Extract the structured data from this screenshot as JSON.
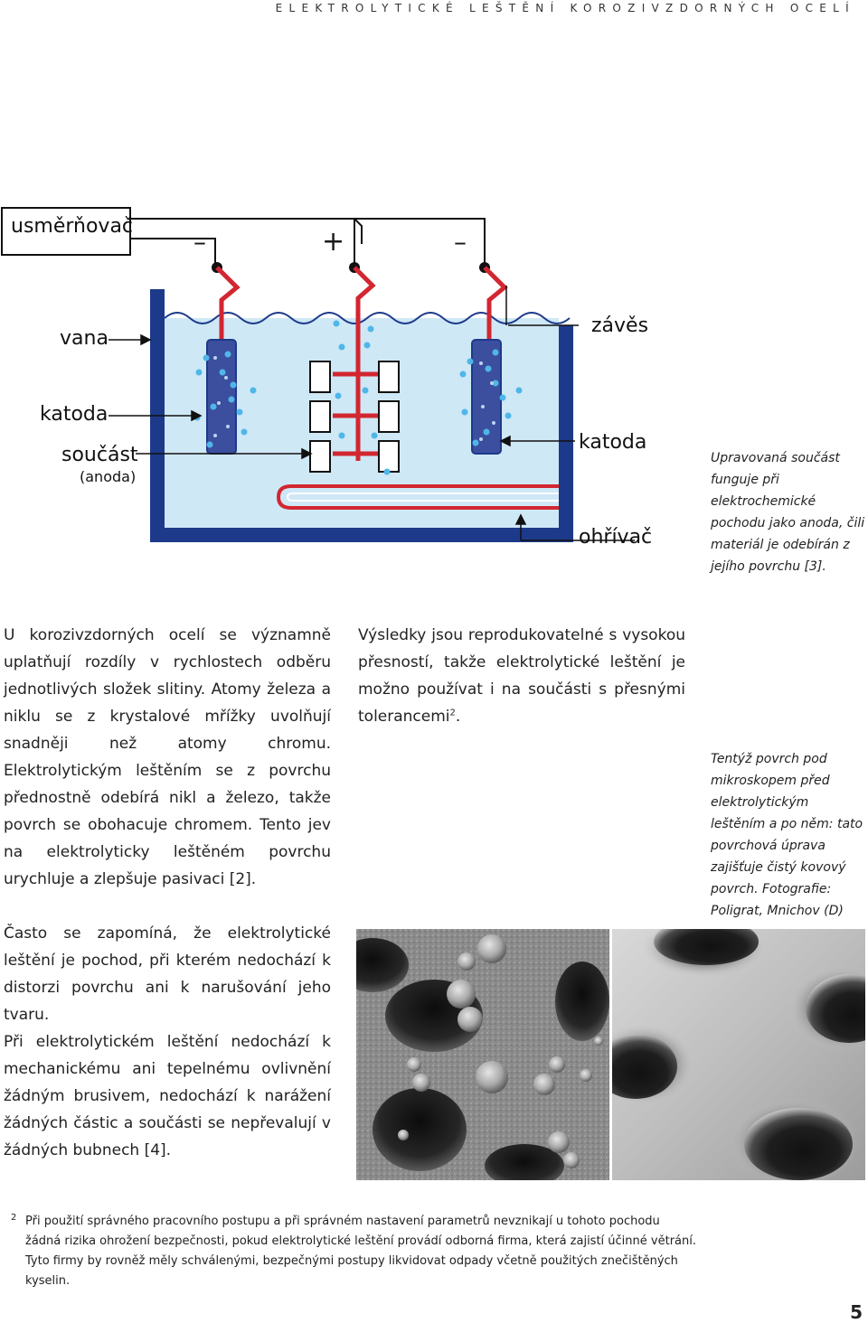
{
  "running_head": "ELEKTROLYTICKÉ LEŠTĚNÍ KOROZIVZDORNÝCH OCELÍ",
  "diagram": {
    "rectifier": "usměrňovač",
    "sign_minus": "–",
    "sign_plus": "+",
    "tank": "vana",
    "cathode": "katoda",
    "part": "součást",
    "anode": "(anoda)",
    "hanger": "závěs",
    "heater": "ohřívač",
    "caption": "Upravovaná součást funguje při elektrochemické pochodu jako anoda, čili materiál je odebírán z jejího povrchu [3]."
  },
  "left_column": {
    "p1": "U korozivzdorných ocelí se významně uplatňují rozdíly v rychlostech odběru jednotlivých složek slitiny. Atomy železa a niklu se z krystalové mřížky uvolňují snadněji než atomy chromu. Elektrolytickým leštěním se z povrchu přednostně odebírá nikl a železo, takže povrch se obohacuje chromem. Tento jev na elektrolyticky leštěném povrchu urychluje a zlepšuje pasivaci [2].",
    "p2": "Často se zapomíná, že elektrolytické leštění je pochod, při kterém nedochází k distorzi povrchu ani k narušování jeho tvaru.",
    "p3": "Při elektrolytickém leštění nedochází k mechanickému ani tepelnému ovlivnění žádným brusivem, nedochází k narážení žádných částic a součásti se nepřevalují v žádných bubnech [4]."
  },
  "right_column": {
    "p1": "Výsledky jsou reprodukovatelné s vysokou přesností, takže elektrolytické leštění je možno používat i na součásti s přesnými tolerancemi",
    "footnote_ref": "2",
    "p1_end": "."
  },
  "photo_caption": "Tentýž povrch pod mikroskopem před elektrolytickým leštěním a po něm: tato povrchová úprava zajišťuje čistý kovový povrch. Fotografie: Poligrat, Mnichov (D)",
  "footnote": {
    "mark": "2",
    "text": "Při použití správného pracovního postupu a při správném nastavení parametrů nevznikají u tohoto pochodu žádná rizika ohrožení bezpečnosti, pokud elektrolytické leštění provádí odborná firma, která zajistí účinné větrání. Tyto firmy by rovněž měly schválenými, bezpečnými postupy likvidovat odpady včetně použitých znečištěných kyselin."
  },
  "page_number": "5",
  "colors": {
    "tank": "#1d3a8a",
    "electrolyte": "#cfe8f6",
    "wire_red": "#d22630",
    "cathode_fill": "#3b4f9e",
    "bubble": "#4fb7e8"
  }
}
